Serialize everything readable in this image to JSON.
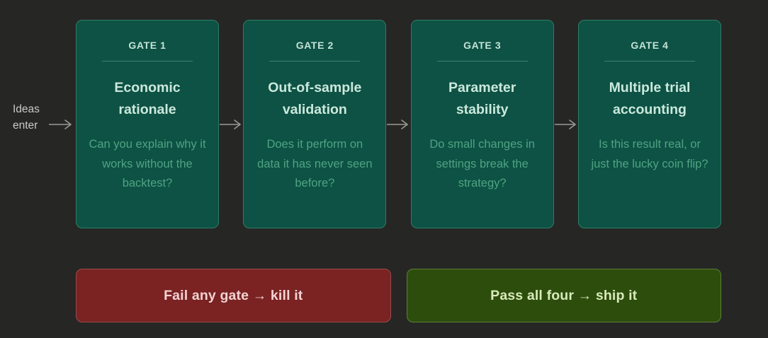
{
  "entry": {
    "lines": [
      "Ideas",
      "enter"
    ],
    "arrow_icon": "arrow-right-icon"
  },
  "gates": [
    {
      "tag": "GATE 1",
      "title": "Economic rationale",
      "description": "Can you explain why it works without the backtest?"
    },
    {
      "tag": "GATE 2",
      "title": "Out-of-sample validation",
      "description": "Does it perform on data it has never seen before?"
    },
    {
      "tag": "GATE 3",
      "title": "Parameter stability",
      "description": "Do small changes in settings break the strategy?"
    },
    {
      "tag": "GATE 4",
      "title": "Multiple trial accounting",
      "description": "Is this result real, or just the lucky coin flip?"
    }
  ],
  "connector": {
    "icon": "arrow-right-icon",
    "count": 3
  },
  "outcomes": [
    {
      "label": "Fail any gate → kill it",
      "kind": "fail"
    },
    {
      "label": "Pass all four → ship it",
      "kind": "pass"
    }
  ],
  "colors": {
    "background": "#262625",
    "gate_fill": "#0d5244",
    "gate_border": "#2f7d63",
    "gate_tag_text": "#c3e3d6",
    "gate_title_text": "#cbe8dc",
    "gate_desc_text": "#4fa383",
    "divider": "#3c7f68",
    "arrow": "#9a9a93",
    "entry_text": "#c9c9c4",
    "fail_fill": "#7b2222",
    "fail_border": "#9b4b4b",
    "fail_text": "#f3d3d3",
    "pass_fill": "#2d4d0d",
    "pass_border": "#5d7f33",
    "pass_text": "#d8eaba"
  }
}
